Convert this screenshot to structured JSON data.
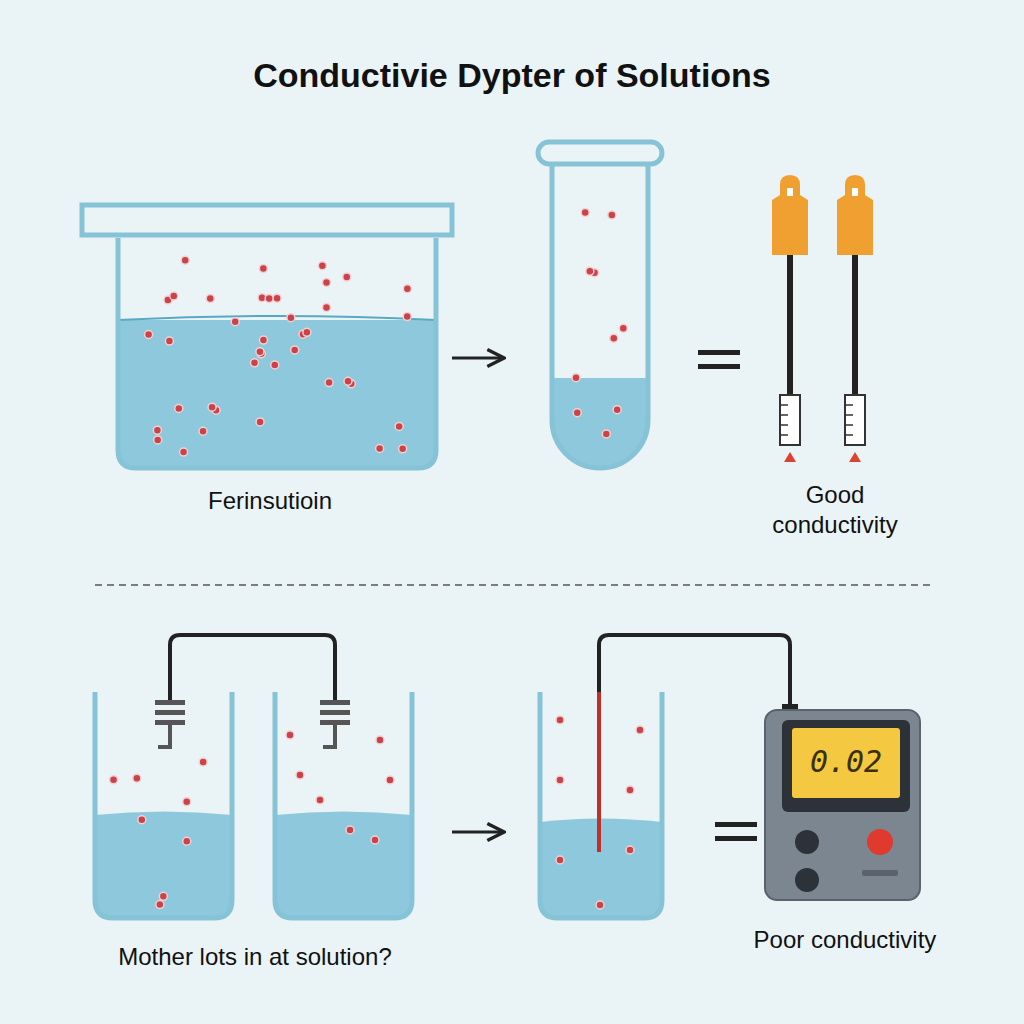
{
  "diagram": {
    "title": "Conductivie Dypter of Solutions",
    "labels": [
      "Ferinsutioin",
      "Good conductivity",
      "Mother lots in at solution?",
      "Poor conductivity",
      "0.02"
    ]
  }
}
